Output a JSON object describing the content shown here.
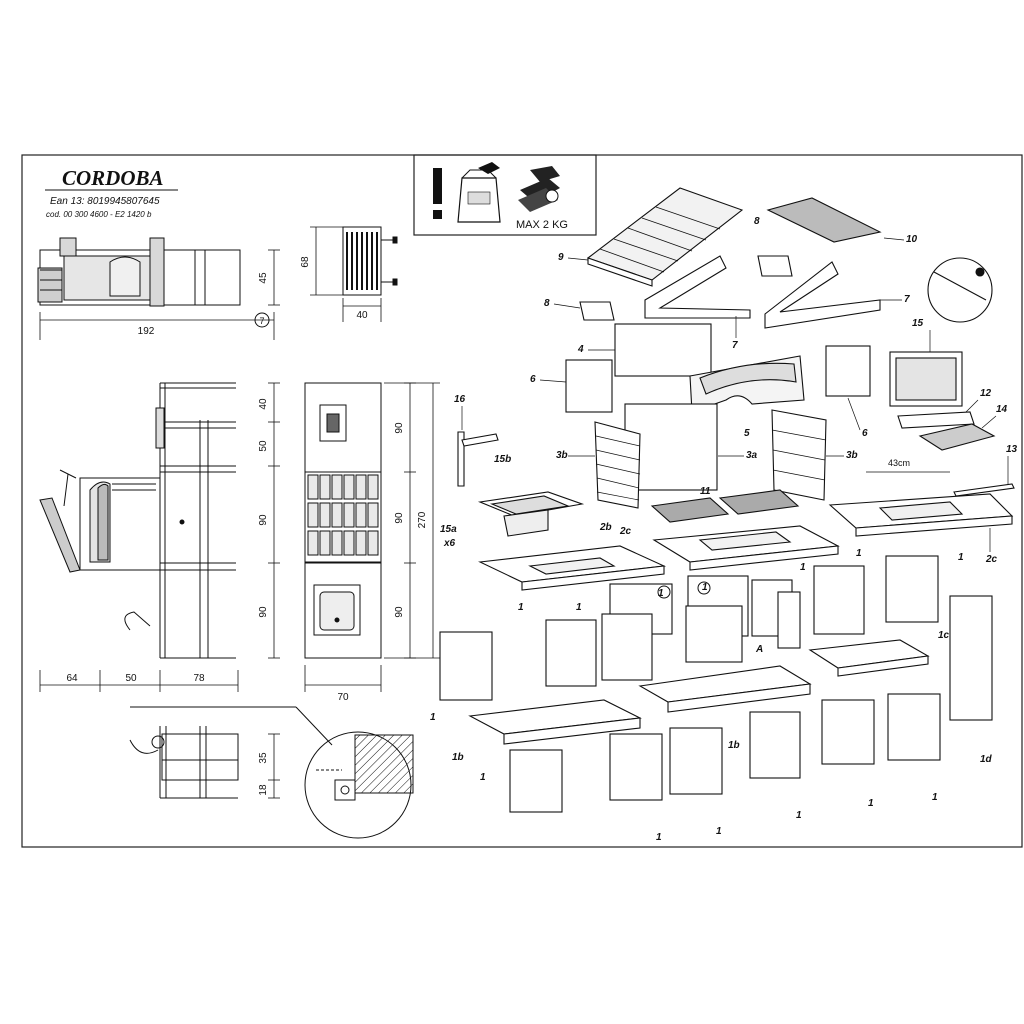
{
  "header": {
    "title": "CORDOBA",
    "ean": "Ean 13: 8019945807645",
    "code": "cod. 00 300 4600 - E2 1420 b"
  },
  "warning_box": {
    "max_label": "MAX 2 KG"
  },
  "dimensions": {
    "top_view": {
      "width": "192",
      "height": "45"
    },
    "side_block": {
      "height": "68",
      "width": "40"
    },
    "side_view": {
      "seg1": "40",
      "seg2": "50",
      "seg3": "90",
      "seg4": "90",
      "w1": "64",
      "w2": "50",
      "w3": "78"
    },
    "front_view": {
      "seg1": "90",
      "seg2": "90",
      "seg3": "90",
      "total": "270",
      "width": "70"
    },
    "detail_view": {
      "h1": "35",
      "h2": "18"
    },
    "counter_width": "43cm"
  },
  "exploded_labels": {
    "l10": "10",
    "l9": "9",
    "l8a": "8",
    "l8b": "8",
    "l7a": "7",
    "l7b": "7",
    "l4": "4",
    "l6a": "6",
    "l6b": "6",
    "l15": "15",
    "l12": "12",
    "l14": "14",
    "l13": "13",
    "l16": "16",
    "l3ba": "3b",
    "l3bb": "3b",
    "l3a": "3a",
    "l5": "5",
    "l15b": "15b",
    "l11": "11",
    "l15a": "15a",
    "lx6": "x6",
    "l2b": "2b",
    "l2ca": "2c",
    "l2cb": "2c",
    "l1a": "1",
    "l1b": "1",
    "l1c": "1",
    "l1d": "1",
    "l1e": "1",
    "l1f": "1",
    "l1g": "1",
    "l1h": "1",
    "l1i": "1",
    "l1j": "1",
    "l1k": "1",
    "l1l": "1",
    "l1m": "1",
    "l1n": "1",
    "l1c_lab": "1c",
    "l1d_lab": "1d",
    "l1b_left": "1b",
    "l1b_mid": "1b",
    "lA": "A",
    "circle1a": "1",
    "circle1b": "1",
    "l7circle": "7"
  }
}
